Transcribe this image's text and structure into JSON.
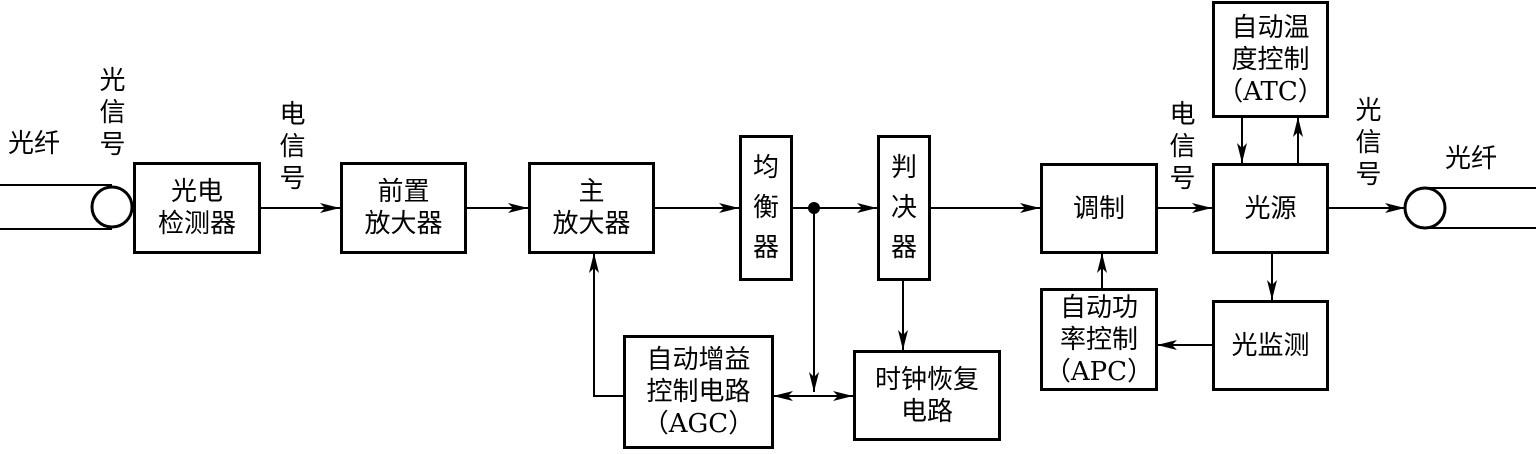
{
  "labels": {
    "fiber_in": "光纤",
    "optical_signal_in": "光信号",
    "electrical_signal_1": "电信号",
    "electrical_signal_2": "电信号",
    "optical_signal_out": "光信号",
    "fiber_out": "光纤"
  },
  "blocks": {
    "photodetector": [
      "光电",
      "检测器"
    ],
    "preamplifier": [
      "前置",
      "放大器"
    ],
    "main_amplifier": [
      "主",
      "放大器"
    ],
    "equalizer": [
      "均",
      "衡",
      "器"
    ],
    "decision": [
      "判",
      "决",
      "器"
    ],
    "agc": [
      "自动增益",
      "控制电路",
      "（AGC）"
    ],
    "clock_recovery": [
      "时钟恢复",
      "电路"
    ],
    "modulation": [
      "调制"
    ],
    "light_source": [
      "光源"
    ],
    "atc": [
      "自动温",
      "度控制",
      "（ATC）"
    ],
    "apc": [
      "自动功",
      "率控制",
      "（APC）"
    ],
    "optical_monitor": [
      "光监测"
    ]
  }
}
